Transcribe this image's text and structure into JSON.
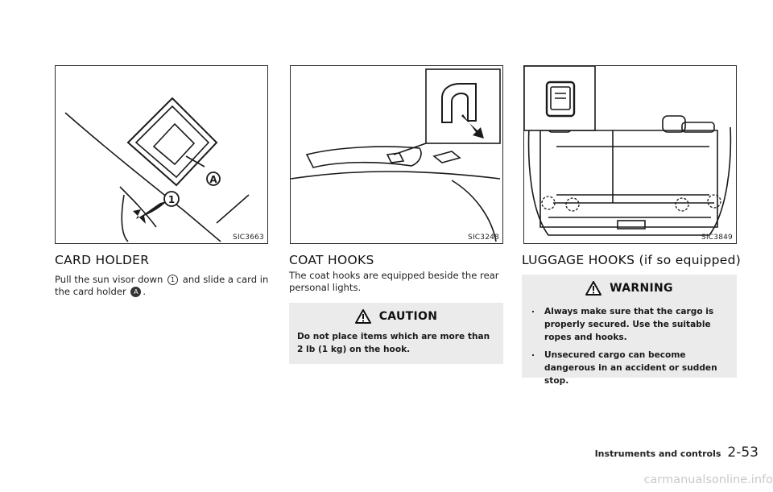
{
  "figures": [
    {
      "id": "SIC3663"
    },
    {
      "id": "SIC3248"
    },
    {
      "id": "SIC3849"
    }
  ],
  "card_holder": {
    "title": "CARD HOLDER",
    "text_1": "Pull the sun visor down ",
    "marker_1": "1",
    "text_2": " and slide a card in the card holder ",
    "marker_a": "A",
    "text_3": "."
  },
  "coat_hooks": {
    "title": "COAT HOOKS",
    "text": "The coat hooks are equipped beside the rear personal lights.",
    "caution_label": "CAUTION",
    "caution_text": "Do not place items which are more than 2 lb (1 kg) on the hook."
  },
  "luggage_hooks": {
    "title": "LUGGAGE HOOKS (if so equipped)",
    "warning_label": "WARNING",
    "warnings": [
      "Always make sure that the cargo is properly secured. Use the suitable ropes and hooks.",
      "Unsecured cargo can become dangerous in an accident or sudden stop."
    ]
  },
  "footer": {
    "section": "Instruments and controls",
    "page": "2-53"
  },
  "watermark": "carmanualsonline.info"
}
